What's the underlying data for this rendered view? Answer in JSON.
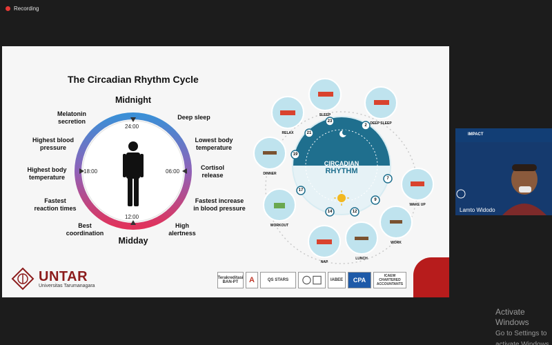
{
  "top_bar": {
    "recording_label": "Recording"
  },
  "slide": {
    "title": "The Circadian Rhythm Cycle",
    "clock": {
      "top_label": "Midnight",
      "bottom_label": "Midday",
      "times": [
        "24:00",
        "06:00",
        "12:00",
        "18:00"
      ],
      "annotations": [
        [
          "Deep sleep"
        ],
        [
          "Lowest body",
          "temperature"
        ],
        [
          "Cortisol",
          "release"
        ],
        [
          "Fastest increase",
          "in blood pressure"
        ],
        [
          "High",
          "alertness"
        ],
        [
          "Best",
          "coordination"
        ],
        [
          "Fastest",
          "reaction times"
        ],
        [
          "Highest body",
          "temperature"
        ],
        [
          "Highest blood",
          "pressure"
        ],
        [
          "Melatonin",
          "secretion"
        ]
      ]
    },
    "wheel": {
      "center_top": "CIRCADIAN",
      "center_bottom": "RHYTHM",
      "activities": [
        {
          "name": "SLEEP",
          "hour": "23"
        },
        {
          "name": "DEEP SLEEP",
          "hour": "2"
        },
        {
          "name": "WAKE UP",
          "hour": "7"
        },
        {
          "name": "WORK",
          "hour": "9"
        },
        {
          "name": "LUNCH",
          "hour": "12"
        },
        {
          "name": "NAP",
          "hour": "14"
        },
        {
          "name": "WORKOUT",
          "hour": "17"
        },
        {
          "name": "DINNER",
          "hour": "19"
        },
        {
          "name": "RELAX",
          "hour": "21"
        }
      ]
    },
    "logo": {
      "name": "UNTAR",
      "subtitle": "Universitas Tarumanagara"
    },
    "badges": [
      "Terakreditasi BAN-PT",
      "A",
      "QS STARS",
      "IABEE",
      "CPA",
      "ICAEW CHARTERED ACCOUNTANTS"
    ]
  },
  "webcam": {
    "banner_text": "IMPACT",
    "participant_name": "Lamto Widodo"
  },
  "watermark": {
    "line1": "Activate Windows",
    "line2": "Go to Settings to activate Windows."
  },
  "colors": {
    "clock_top": "#3b8fd6",
    "clock_bottom": "#e0335c",
    "wheel_teal": "#1f6f8e",
    "brand_red": "#8c1c1c"
  }
}
